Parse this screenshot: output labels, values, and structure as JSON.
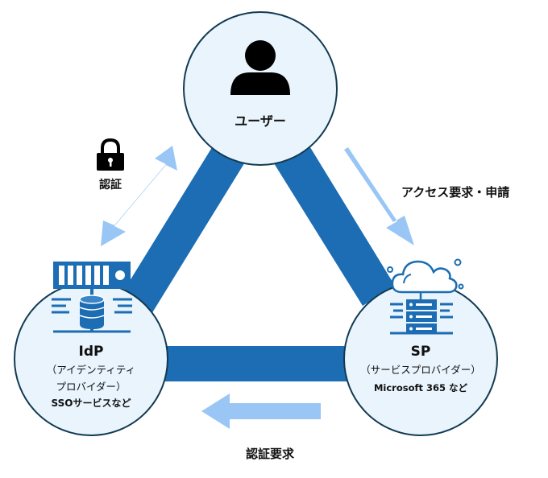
{
  "nodes": {
    "user": {
      "title": "ユーザー"
    },
    "idp": {
      "title": "IdP",
      "subtitle_line1": "（アイデンティティ",
      "subtitle_line2": "プロバイダー）",
      "example": "SSOサービスなど"
    },
    "sp": {
      "title": "SP",
      "subtitle": "（サービスプロバイダー）",
      "example": "Microsoft 365 など"
    }
  },
  "edges": {
    "auth": {
      "label": "認証"
    },
    "access_request": {
      "label": "アクセス要求・申請"
    },
    "auth_request": {
      "label": "認証要求"
    }
  },
  "colors": {
    "band": "#1c6db3",
    "circle_fill": "#e9f4fc",
    "circle_stroke": "#123a52",
    "arrow": "#99c6f5",
    "icon_blue": "#1c6db3",
    "icon_dark": "#000000"
  },
  "icons": {
    "user": "person-icon",
    "lock": "lock-icon",
    "idp": "server-database-icon",
    "sp": "cloud-server-icon"
  }
}
